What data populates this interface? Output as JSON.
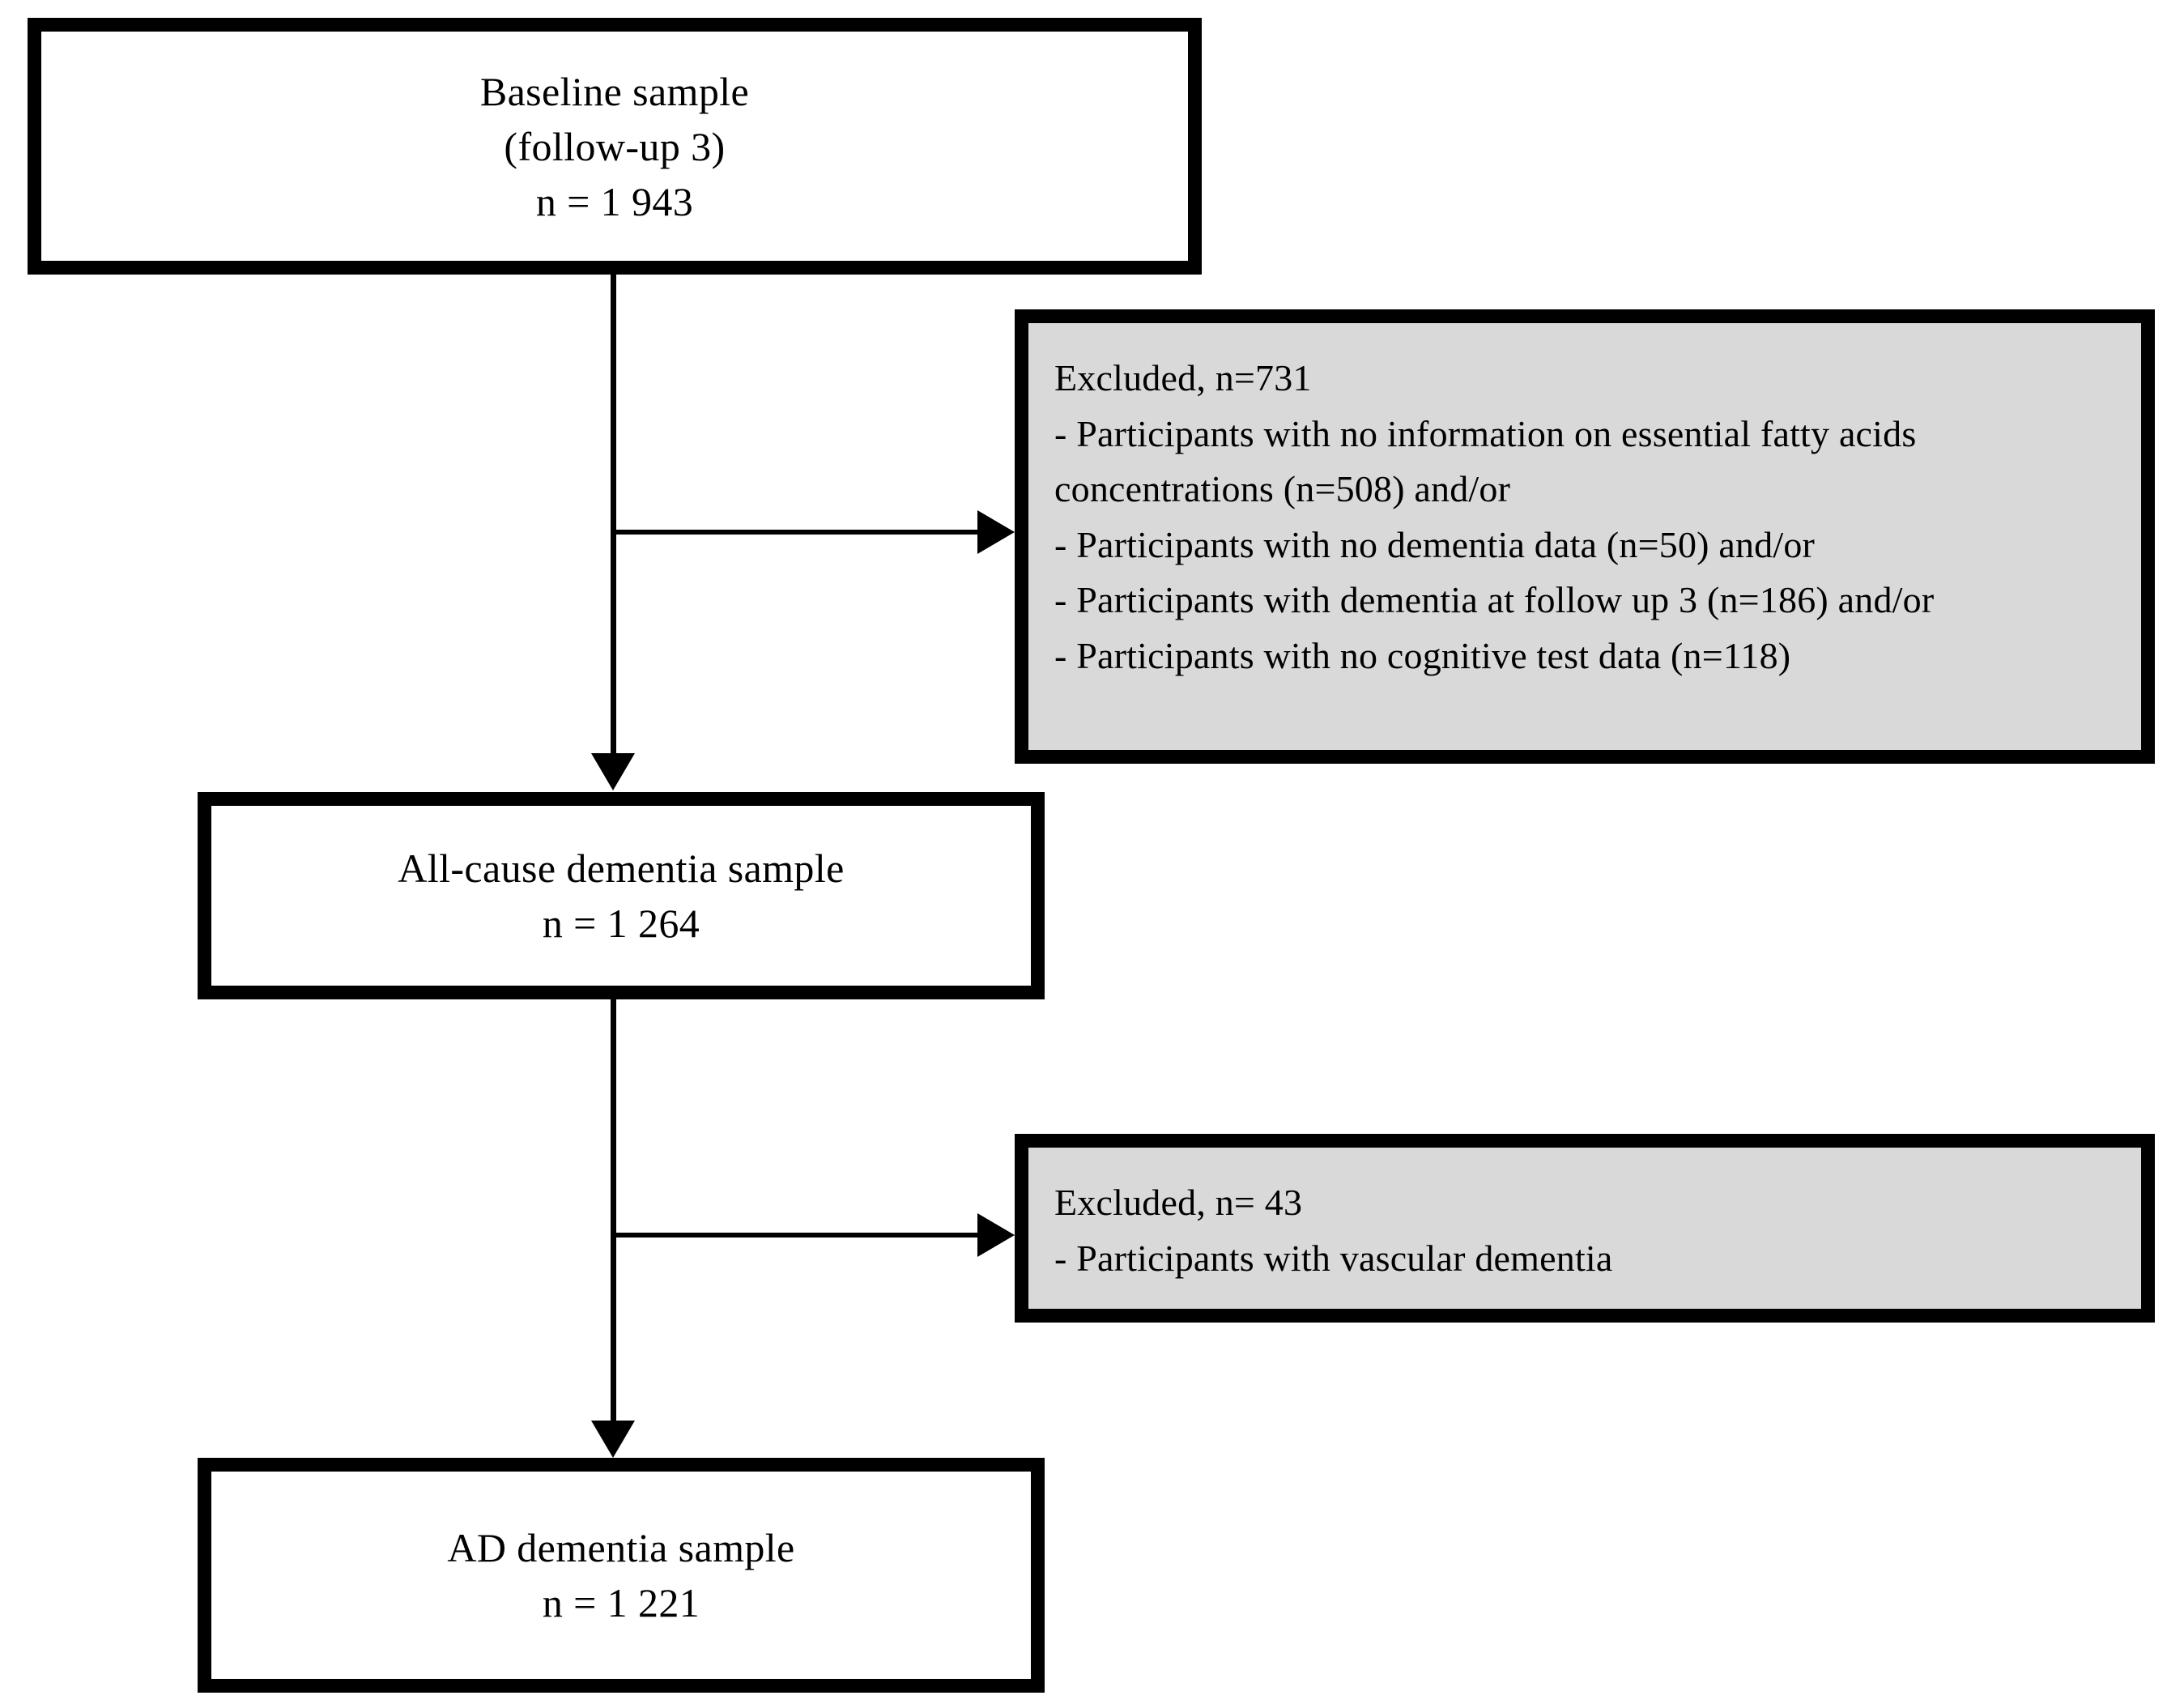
{
  "diagram": {
    "type": "participant-flow-diagram",
    "colors": {
      "box_border": "#000000",
      "box_fill": "#ffffff",
      "exclusion_fill": "#d9d9d9",
      "connector": "#000000",
      "text": "#000000"
    },
    "boxes": {
      "baseline": {
        "lines": [
          "Baseline sample",
          "(follow-up 3)",
          "n = 1 943"
        ],
        "label": "Baseline sample",
        "sublabel": "(follow-up 3)",
        "n": "n = 1 943"
      },
      "all_cause": {
        "lines": [
          "All-cause dementia sample",
          "n = 1 264"
        ],
        "label": "All-cause dementia sample",
        "n": "n = 1 264"
      },
      "ad": {
        "lines": [
          "AD dementia sample",
          "n = 1 221"
        ],
        "label": "AD dementia sample",
        "n": "n = 1 221"
      }
    },
    "exclusions": {
      "first": {
        "heading": "Excluded, n=731",
        "items": [
          "- Participants with no information on essential fatty acids concentrations (n=508) and/or",
          "- Participants with no dementia data (n=50) and/or",
          "- Participants with dementia at follow up 3 (n=186) and/or",
          "- Participants with no cognitive test data (n=118)"
        ]
      },
      "second": {
        "heading": "Excluded, n= 43",
        "items": [
          "- Participants with vascular dementia"
        ]
      }
    }
  }
}
